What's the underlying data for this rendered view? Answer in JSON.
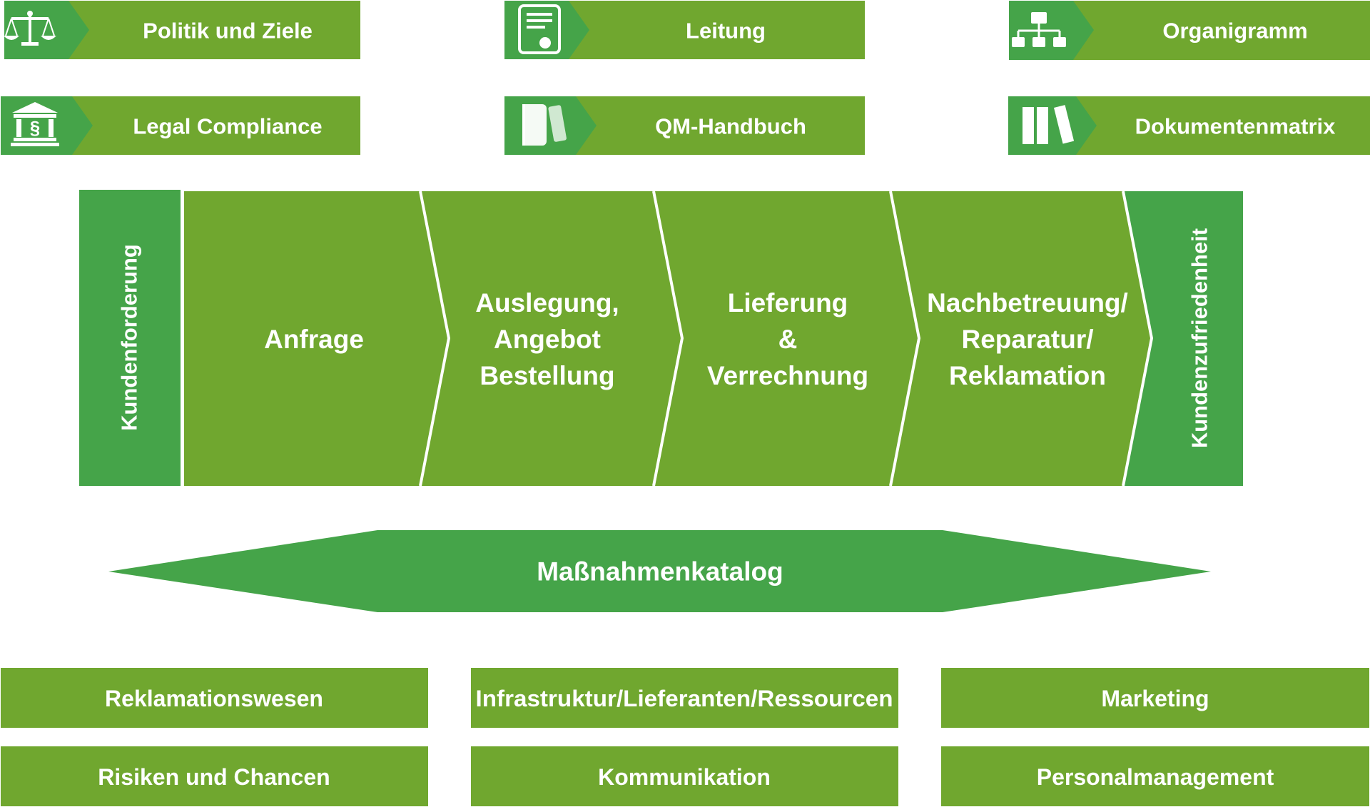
{
  "top_buttons": [
    {
      "label": "Politik und Ziele",
      "icon": "scales-icon"
    },
    {
      "label": "Leitung",
      "icon": "certificate-icon"
    },
    {
      "label": "Organigramm",
      "icon": "org-chart-icon"
    },
    {
      "label": "Legal Compliance",
      "icon": "courthouse-icon"
    },
    {
      "label": "QM-Handbuch",
      "icon": "handbook-icon"
    },
    {
      "label": "Dokumentenmatrix",
      "icon": "binders-icon"
    }
  ],
  "process": {
    "input_label": "Kundenforderung",
    "steps": [
      [
        "Anfrage"
      ],
      [
        "Auslegung,",
        "Angebot",
        "Bestellung"
      ],
      [
        "Lieferung",
        "&",
        "Verrechnung"
      ],
      [
        "Nachbetreuung/",
        "Reparatur/",
        "Reklamation"
      ]
    ],
    "output_label": "Kundenzufriedenheit"
  },
  "catalog": {
    "label": "Maßnahmenkatalog"
  },
  "bottom_buttons": [
    "Reklamationswesen",
    "Infrastruktur/Lieferanten/Ressourcen",
    "Marketing",
    "Risiken und Chancen",
    "Kommunikation",
    "Personalmanagement"
  ],
  "colors": {
    "primary_green": "#70a72f",
    "accent_green": "#45a449",
    "text": "#ffffff"
  }
}
